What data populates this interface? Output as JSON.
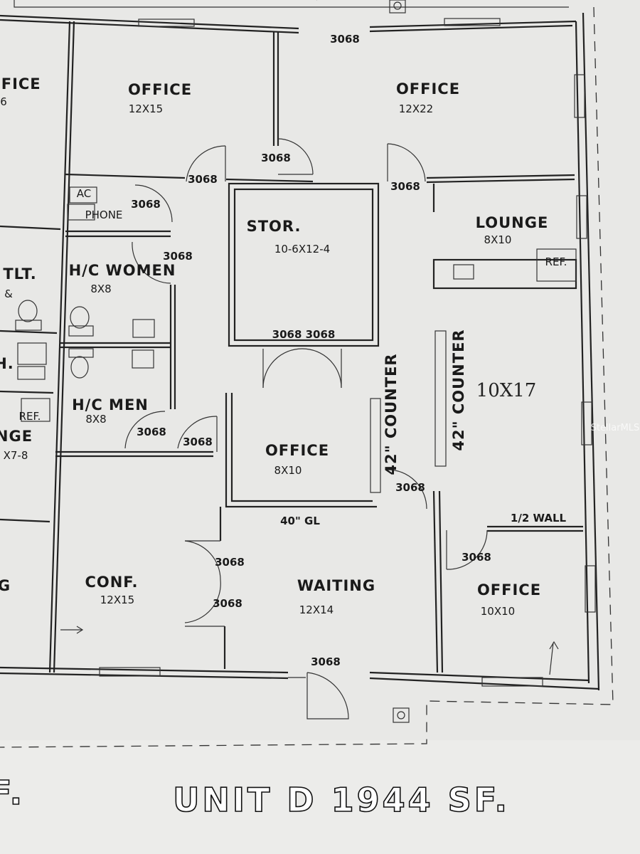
{
  "title": "UNIT D 1944 SF.",
  "left_title_fragment": "F.",
  "watermark": "StellarMLS",
  "door_label": "3068",
  "rooms": {
    "office_left_partial": {
      "name": "FFICE",
      "size": "6"
    },
    "office_12x15": {
      "name": "OFFICE",
      "size": "12X15"
    },
    "office_12x22": {
      "name": "OFFICE",
      "size": "12X22"
    },
    "ac": "AC",
    "phone": "PHONE",
    "storage": {
      "name": "STOR.",
      "size": "10-6X12-4"
    },
    "lounge": {
      "name": "LOUNGE",
      "size": "8X10",
      "ref": "REF."
    },
    "tlt": {
      "name": "TLT.",
      "amp": "&"
    },
    "hc_women": {
      "name": "H/C WOMEN",
      "size": "8X8"
    },
    "hc_men": {
      "name": "H/C MEN",
      "size": "8X8"
    },
    "left_partial": {
      "h": "H.",
      "ref": "REF.",
      "nge": "NGE",
      "size": "X7-8"
    },
    "office_8x10": {
      "name": "OFFICE",
      "size": "8X10"
    },
    "counter_1": "42\" COUNTER",
    "counter_2": "42\" COUNTER",
    "reception_size": "10X17",
    "glass": "40\" GL",
    "half_wall": "1/2 WALL",
    "conf": {
      "name": "CONF.",
      "size": "12X15"
    },
    "waiting": {
      "name": "WAITING",
      "size": "12X14"
    },
    "office_10x10": {
      "name": "OFFICE",
      "size": "10X10"
    },
    "partial_g": "G"
  },
  "double_door": "3068 3068"
}
